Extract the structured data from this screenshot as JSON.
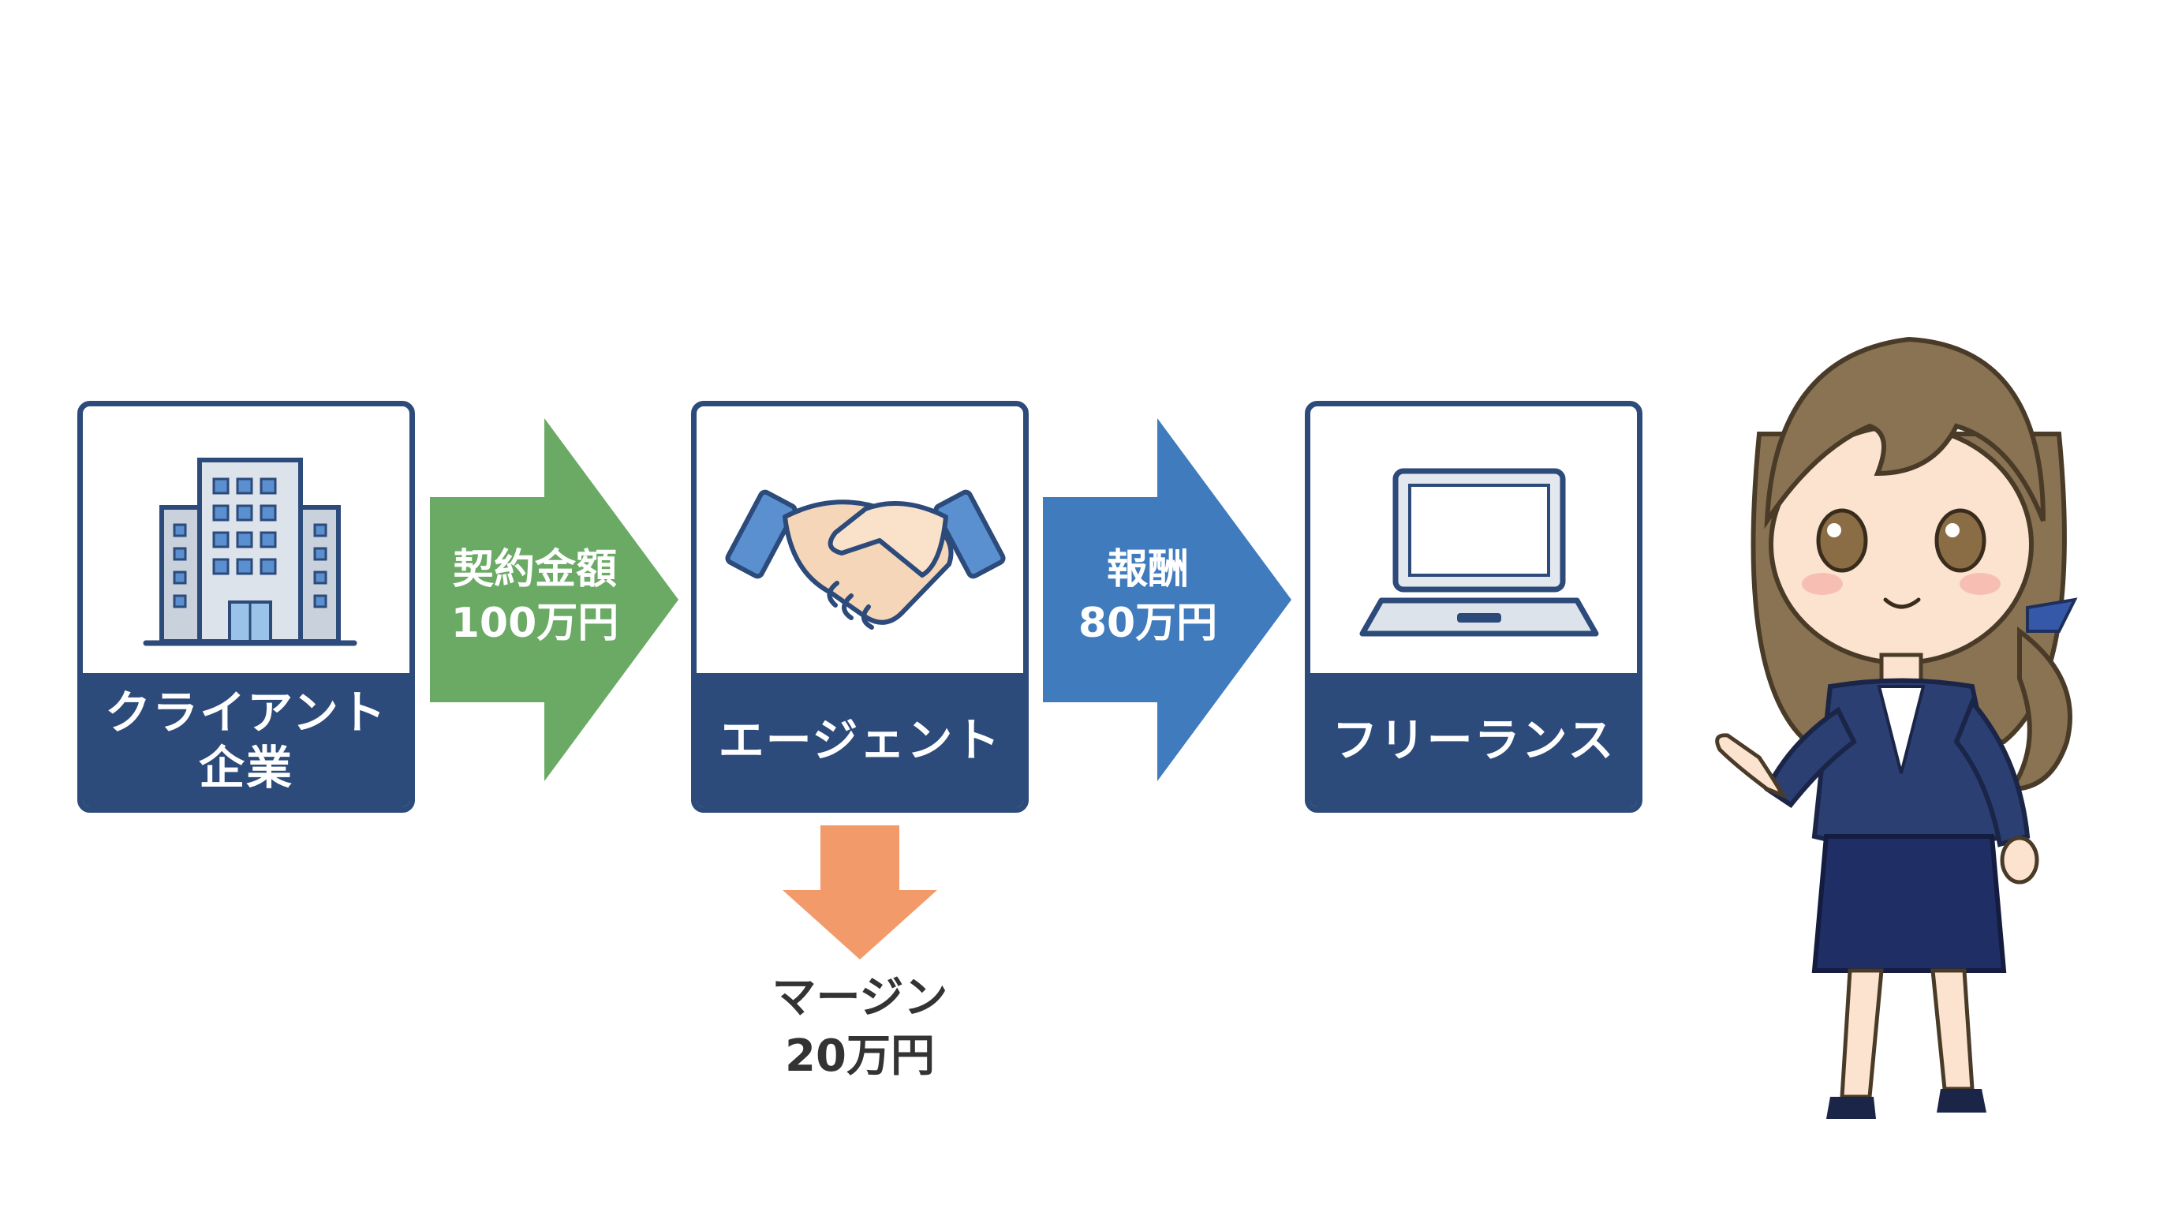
{
  "boxes": {
    "client": {
      "label": "クライアント\n企業",
      "icon": "office-building-icon"
    },
    "agent": {
      "label": "エージェント",
      "icon": "handshake-icon"
    },
    "freelance": {
      "label": "フリーランス",
      "icon": "laptop-icon"
    }
  },
  "arrows": {
    "contract": {
      "text": "契約金額\n100万円",
      "color": "#6aaa64"
    },
    "reward": {
      "text": "報酬\n80万円",
      "color": "#3f7bbd"
    },
    "margin": {
      "text": "マージン\n20万円",
      "color": "#f39a6b"
    }
  },
  "colors": {
    "primary": "#2c4a7a",
    "skin": "#f6d6b8",
    "hair": "#8a7353"
  },
  "character": {
    "icon": "woman-pointing-illustration"
  }
}
